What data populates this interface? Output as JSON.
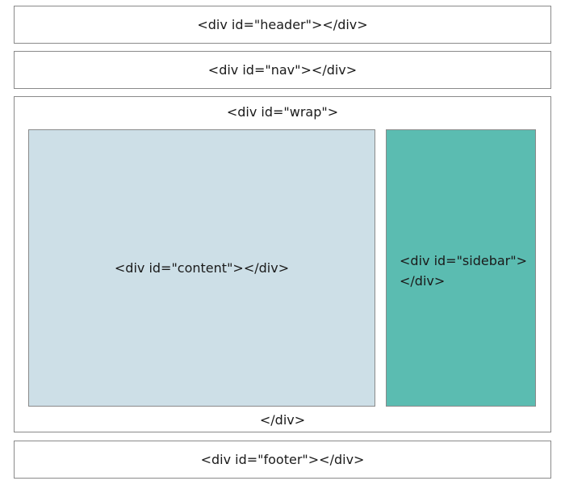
{
  "diagram": {
    "header": {
      "label": "<div id=\"header\"></div>"
    },
    "nav": {
      "label": "<div id=\"nav\"></div>"
    },
    "wrap": {
      "open_label": "<div id=\"wrap\">",
      "close_label": "</div>",
      "content": {
        "label": "<div id=\"content\"></div>",
        "color": "#cddfe7"
      },
      "sidebar": {
        "label_line1": "<div id=\"sidebar\">",
        "label_line2": "</div>",
        "color": "#5bbcb1"
      }
    },
    "footer": {
      "label": "<div id=\"footer\"></div>"
    }
  }
}
